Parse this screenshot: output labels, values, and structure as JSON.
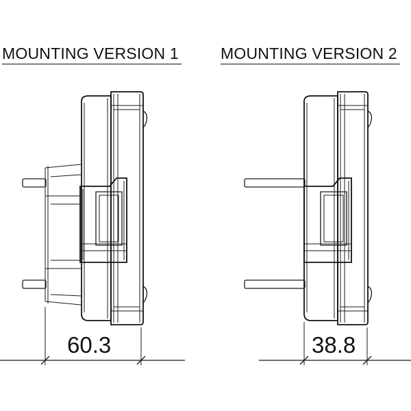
{
  "titles": {
    "version1": "MOUNTING VERSION 1",
    "version2": "MOUNTING VERSION 2"
  },
  "dimensions": {
    "version1": "60.3",
    "version2": "38.8"
  }
}
